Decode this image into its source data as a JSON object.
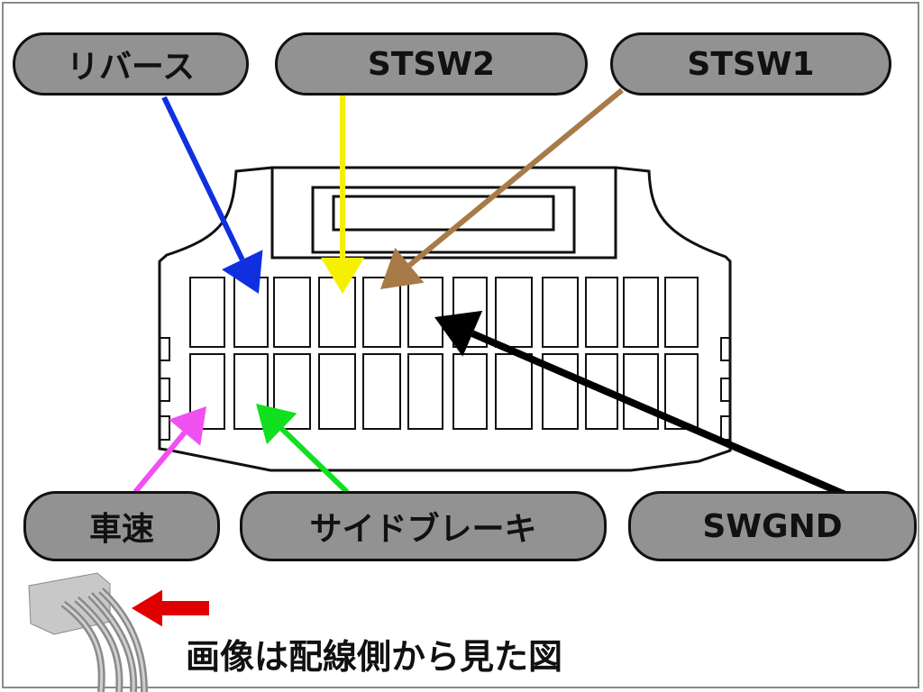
{
  "labels": {
    "reverse": "リバース",
    "stsw2": "STSW2",
    "stsw1": "STSW1",
    "speed": "車速",
    "side_brake": "サイドブレーキ",
    "swgnd": "SWGND"
  },
  "caption": "画像は配線側から見た図",
  "colors": {
    "reverse": "#1030e0",
    "stsw2": "#f5f000",
    "stsw1": "#a87a48",
    "speed": "#f050f0",
    "side_brake": "#10e020",
    "swgnd": "#000000",
    "view_arrow": "#e00000",
    "pill_fill": "#929292"
  },
  "connector": {
    "columns": 12,
    "rows": 2
  }
}
